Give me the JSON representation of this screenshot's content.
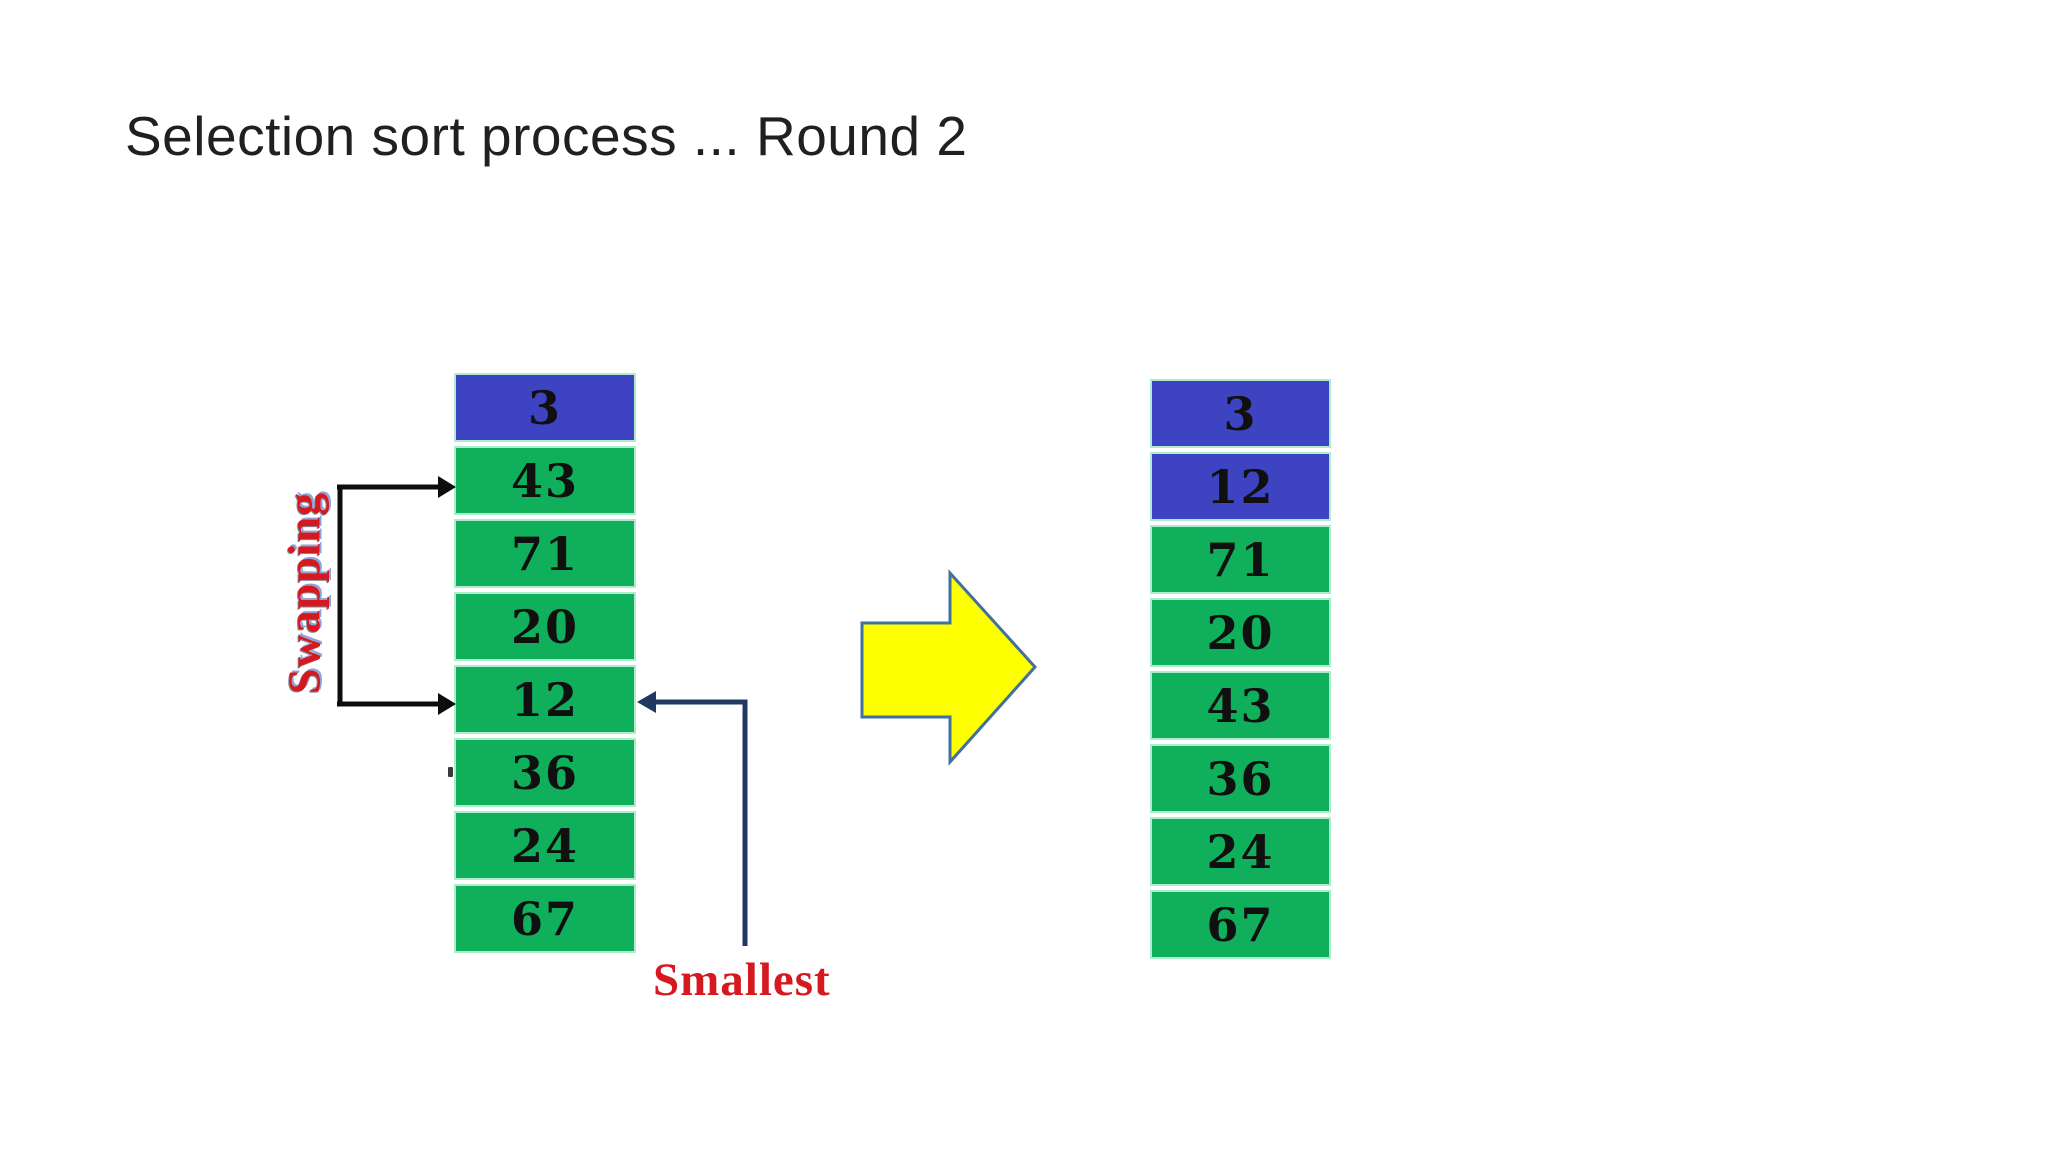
{
  "slide": {
    "title": "Selection sort process ... Round 2"
  },
  "labels": {
    "swapping": "Swapping",
    "smallest": "Smallest"
  },
  "colors": {
    "bg": "#ffffff",
    "title_color": "#202020",
    "highlight_blue": "#3e43c1",
    "cell_green": "#10af5b",
    "cell_border": "#aeeccd",
    "number_text": "#101010",
    "swap_bracket": "#0d0d0d",
    "smallest_pointer": "#1f3864",
    "label_red": "#d6181f",
    "arrow_fill": "#feff00",
    "arrow_border": "#41719c"
  },
  "arrays": {
    "left": {
      "cells": [
        {
          "value": "3",
          "color": "#3e43c1"
        },
        {
          "value": "43",
          "color": "#10af5b"
        },
        {
          "value": "71",
          "color": "#10af5b"
        },
        {
          "value": "20",
          "color": "#10af5b"
        },
        {
          "value": "12",
          "color": "#10af5b"
        },
        {
          "value": "36",
          "color": "#10af5b"
        },
        {
          "value": "24",
          "color": "#10af5b"
        },
        {
          "value": "67",
          "color": "#10af5b"
        }
      ]
    },
    "right": {
      "cells": [
        {
          "value": "3",
          "color": "#3e43c1"
        },
        {
          "value": "12",
          "color": "#3e43c1"
        },
        {
          "value": "71",
          "color": "#10af5b"
        },
        {
          "value": "20",
          "color": "#10af5b"
        },
        {
          "value": "43",
          "color": "#10af5b"
        },
        {
          "value": "36",
          "color": "#10af5b"
        },
        {
          "value": "24",
          "color": "#10af5b"
        },
        {
          "value": "67",
          "color": "#10af5b"
        }
      ]
    }
  }
}
